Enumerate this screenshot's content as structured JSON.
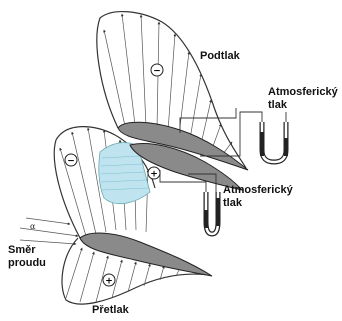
{
  "labels": {
    "podtlak": "Podtlak",
    "atm_upper_line1": "Atmosferický",
    "atm_upper_line2": "tlak",
    "atm_lower_line1": "Atmosferický",
    "atm_lower_line2": "tlak",
    "smer_line1": "Směr",
    "smer_line2": "proudu",
    "pretlak": "Přetlak",
    "alpha": "α"
  },
  "signs": {
    "minus": "−",
    "plus": "+"
  },
  "colors": {
    "line": "#333333",
    "airfoil_fill": "#8a8a8a",
    "highlight": "#bfe3ef"
  }
}
